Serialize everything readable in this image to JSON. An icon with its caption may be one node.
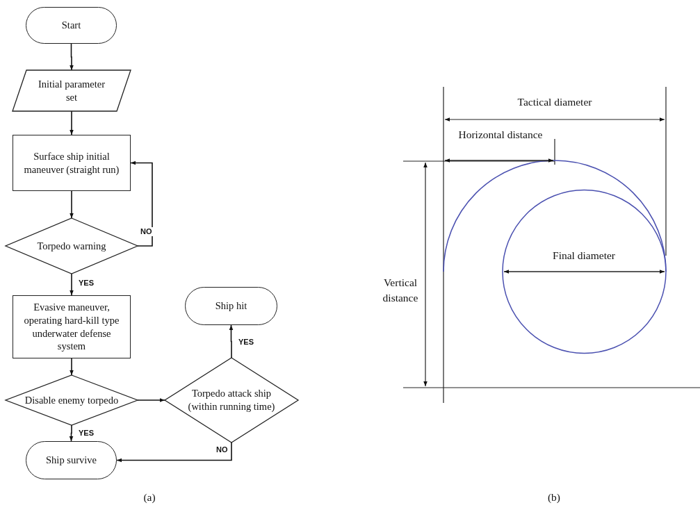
{
  "diagram": {
    "nodes": [
      {
        "text": [
          "Start"
        ]
      },
      {
        "text": [
          "Initial parameter set"
        ]
      },
      {
        "text": [
          "Surface ship initial maneuver (straight run)"
        ]
      },
      {
        "text": [
          "Torpedo warning"
        ]
      },
      {
        "text": [
          "Evasive maneuver, operating hard-kill type underwater defense system"
        ]
      },
      {
        "text": [
          "Ship hit"
        ]
      },
      {
        "text": [
          "Disable enemy torpedo"
        ]
      },
      {
        "text": [
          "Torpedo attack ship (within running time)"
        ]
      },
      {
        "text": [
          "Ship survive"
        ]
      }
    ],
    "edges": [
      {
        "from": 0,
        "to": 1,
        "arrow": "to"
      },
      {
        "from": 1,
        "to": 2,
        "arrow": "to"
      },
      {
        "from": 2,
        "to": 3,
        "arrow": "to"
      },
      {
        "from": 3,
        "to": 2,
        "arrow": "to",
        "label": "NO"
      },
      {
        "from": 3,
        "to": 4,
        "arrow": "to",
        "label": "YES"
      },
      {
        "from": 4,
        "to": 6,
        "arrow": "to"
      },
      {
        "from": 6,
        "to": 7,
        "arrow": "to"
      },
      {
        "from": 7,
        "to": 5,
        "arrow": "to",
        "label": "YES"
      },
      {
        "from": 6,
        "to": 8,
        "arrow": "to",
        "label": "YES"
      },
      {
        "from": 7,
        "to": 8,
        "arrow": "to",
        "label": "NO"
      }
    ],
    "labels": [
      "Tactical diameter",
      "Horizontal distance",
      "Vertical distance",
      "Final diameter",
      "(a)",
      "(b)"
    ]
  }
}
